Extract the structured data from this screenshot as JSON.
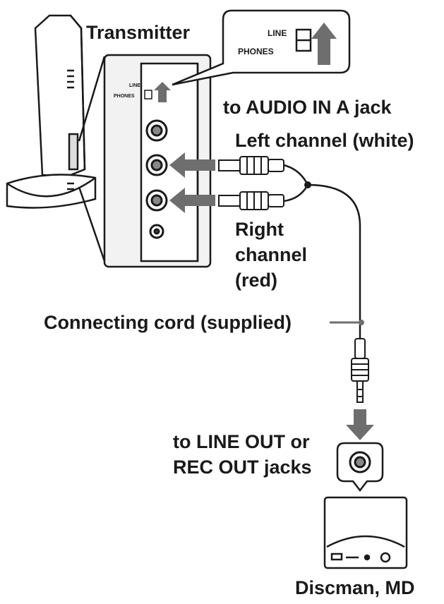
{
  "labels": {
    "transmitter": "Transmitter",
    "switch_line": "LINE",
    "switch_phones": "PHONES",
    "audio_in": "to AUDIO IN A jack",
    "left_channel": "Left channel (white)",
    "right_channel_1": "Right",
    "right_channel_2": "channel",
    "right_channel_3": "(red)",
    "connecting_cord": "Connecting cord (supplied)",
    "line_out_1": "to LINE OUT or",
    "line_out_2": "REC OUT jacks",
    "discman": "Discman, MD"
  },
  "colors": {
    "ink": "#1a1a1a",
    "arrow": "#6e6e6e",
    "panel": "#f2f2f2"
  }
}
